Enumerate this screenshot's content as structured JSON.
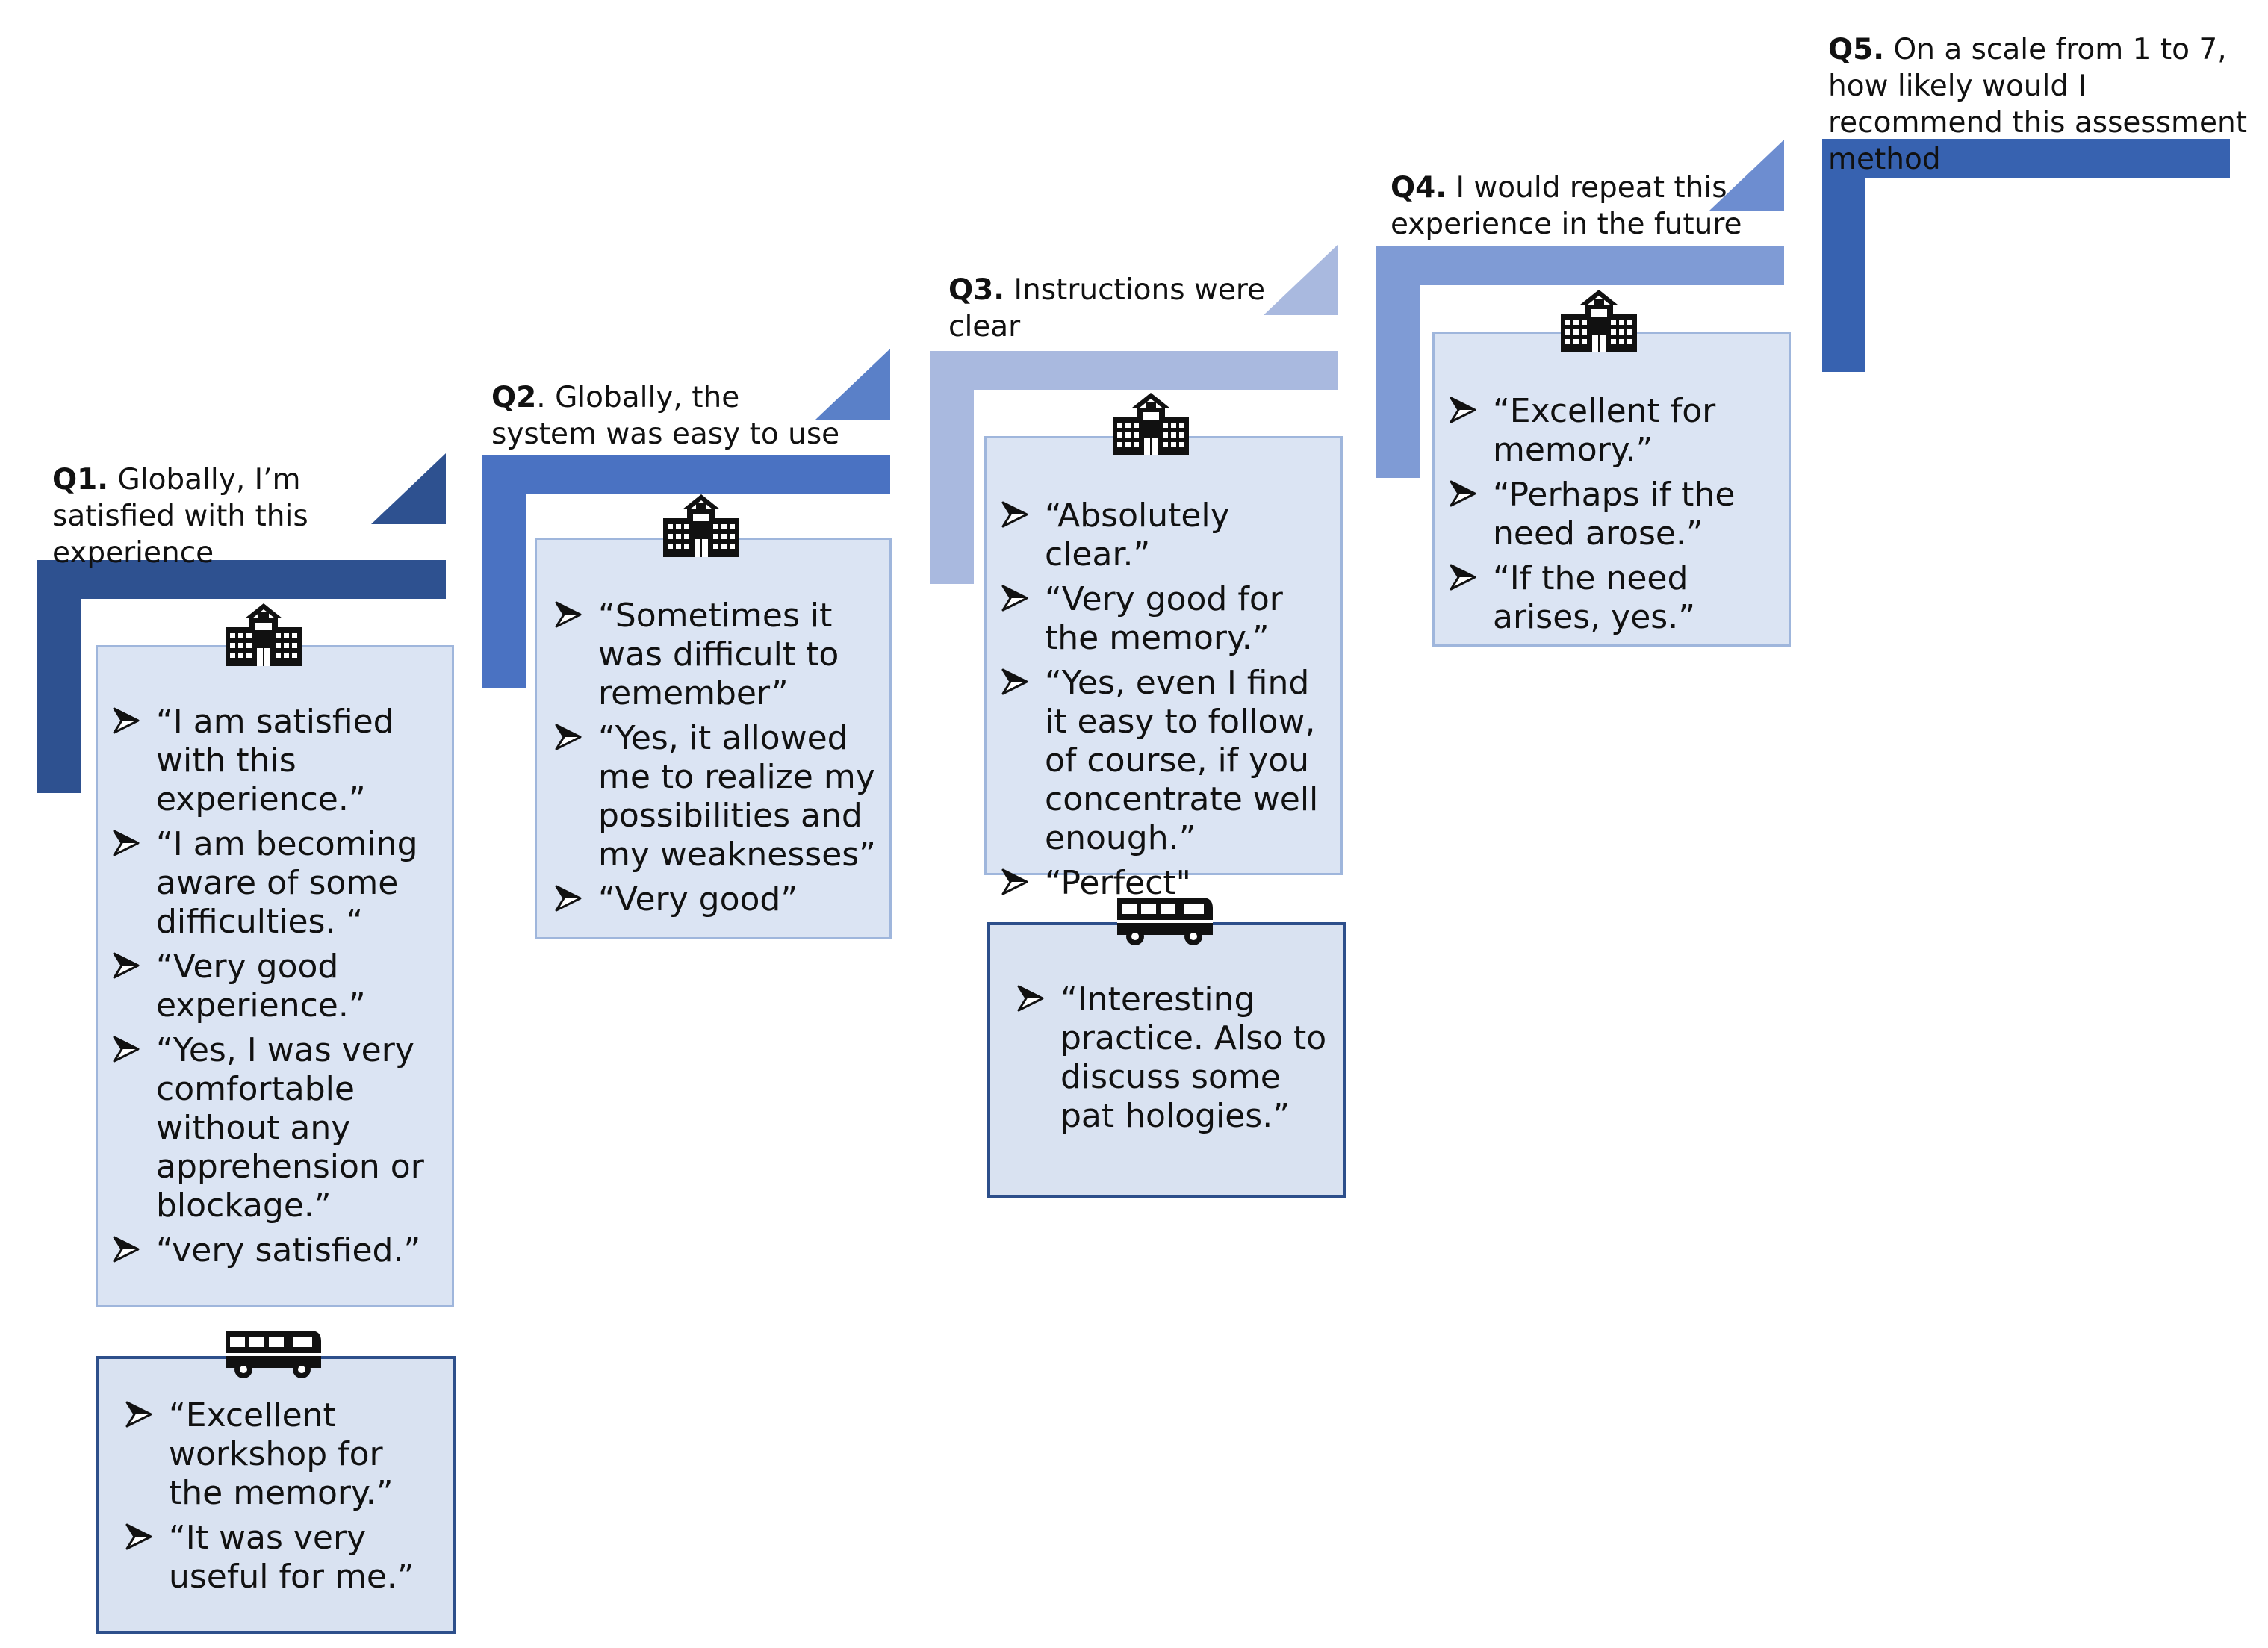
{
  "steps": [
    {
      "number": "Q1.",
      "text": " Globally, I’m satisfied with this experience",
      "color": "#2e5190",
      "school_comments": [
        "“I am satisfied with this experience.”",
        "“I am becoming aware of some difficulties. “",
        "“Very good experience.”",
        "“Yes, I was very comfortable without any apprehension or blockage.”",
        "“very satisfied.”"
      ],
      "van_comments": [
        "“Excellent workshop for the memory.”",
        "“It was very useful for me.”"
      ]
    },
    {
      "number": "Q2",
      "text": ". Globally, the system was easy to use",
      "color": "#4a72c2",
      "school_comments": [
        "“Sometimes it was difficult to remember”",
        "“Yes, it allowed me to realize my possibilities and my weaknesses”",
        "“Very good”"
      ]
    },
    {
      "number": "Q3.",
      "text": " Instructions were clear",
      "color": "#a9b9df",
      "school_comments": [
        "“Absolutely clear.”",
        "“Very good for the memory.”",
        "“Yes, even I find it easy to follow, of course, if you concentrate well enough.”",
        "“Perfect\""
      ],
      "van_comments": [
        "“Interesting practice. Also to discuss some pat hologies.”"
      ]
    },
    {
      "number": "Q4.",
      "text": " I would repeat this experience in the future",
      "color": "#7f9bd5",
      "school_comments": [
        "“Excellent for memory.”",
        "“Perhaps if the need arose.”",
        "“If the need arises, yes.”"
      ]
    },
    {
      "number": "Q5.",
      "text": " On a scale from 1 to 7, how likely would I recommend this assessment method",
      "color": "#3762b0"
    }
  ],
  "icons": {
    "school": "school-building-icon",
    "van": "camper-van-icon",
    "bullet": "arrowhead-bullet-icon"
  },
  "colors": {
    "box_fill": "#dbe4f3",
    "box_border": "#9fb6dc",
    "van_box_border": "#2d4f8b"
  }
}
